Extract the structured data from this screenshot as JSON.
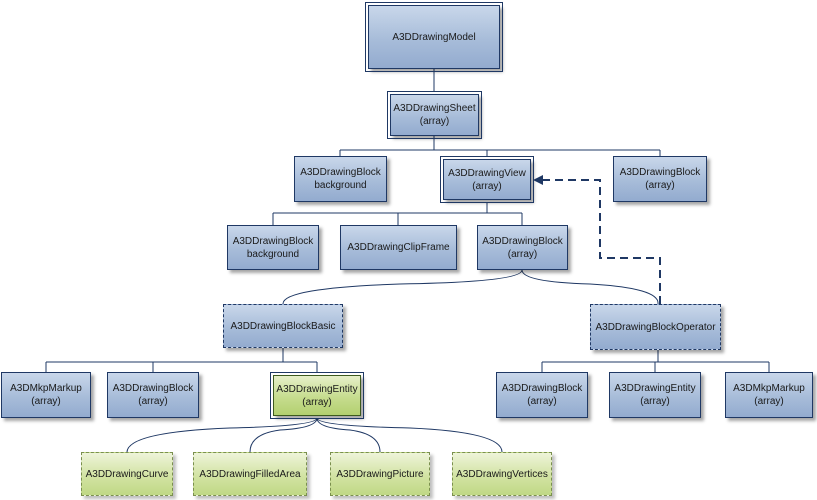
{
  "diagram": {
    "title": "A3DDrawingModel class hierarchy",
    "nodes": {
      "model": "A3DDrawingModel",
      "sheet": "A3DDrawingSheet\n(array)",
      "sheet_block_bg": "A3DDrawingBlock\nbackground",
      "view": "A3DDrawingView\n(array)",
      "sheet_block_array": "A3DDrawingBlock\n(array)",
      "view_block_bg": "A3DDrawingBlock\nbackground",
      "clip_frame": "A3DDrawingClipFrame",
      "view_block_array": "A3DDrawingBlock\n(array)",
      "block_basic": "A3DDrawingBlockBasic",
      "block_operator": "A3DDrawingBlockOperator",
      "basic_mkp_markup": "A3DMkpMarkup\n(array)",
      "basic_block": "A3DDrawingBlock\n(array)",
      "basic_entity": "A3DDrawingEntity\n(array)",
      "op_block": "A3DDrawingBlock\n(array)",
      "op_entity": "A3DDrawingEntity\n(array)",
      "op_mkp_markup": "A3DMkpMarkup\n(array)",
      "curve": "A3DDrawingCurve",
      "filled_area": "A3DDrawingFilledArea",
      "picture": "A3DDrawingPicture",
      "vertices": "A3DDrawingVertices"
    }
  },
  "colors": {
    "line": "#1f3864",
    "blue_fill": "#a7bcd9",
    "green_fill": "#c6dc8e"
  }
}
